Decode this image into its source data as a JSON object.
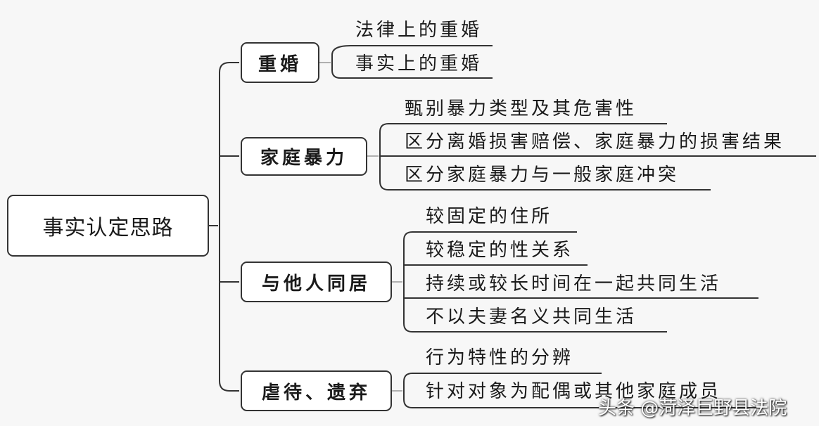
{
  "mindmap": {
    "root": {
      "label": "事实认定思路"
    },
    "branches": [
      {
        "label": "重婚",
        "children": [
          "法律上的重婚",
          "事实上的重婚"
        ]
      },
      {
        "label": "家庭暴力",
        "children": [
          "甄别暴力类型及其危害性",
          "区分离婚损害赔偿、家庭暴力的损害结果",
          "区分家庭暴力与一般家庭冲突"
        ]
      },
      {
        "label": "与他人同居",
        "children": [
          "较固定的住所",
          "较稳定的性关系",
          "持续或较长时间在一起共同生活",
          "不以夫妻名义共同生活"
        ]
      },
      {
        "label": "虐待、遗弃",
        "children": [
          "行为特性的分辨",
          "针对对象为配偶或其他家庭成员"
        ]
      }
    ]
  },
  "watermark": {
    "text": "头条 @菏泽巨野县法院"
  }
}
